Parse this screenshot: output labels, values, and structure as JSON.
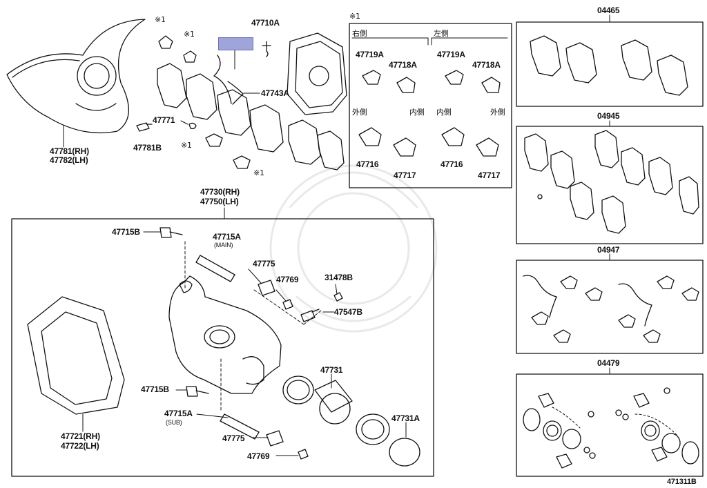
{
  "diagram_id": "471311B",
  "callouts": {
    "p47710A": "47710A",
    "p47743A": "47743A",
    "p47771": "47771",
    "p47781B": "47781B",
    "p47781": "47781(RH)",
    "p47782": "47782(LH)",
    "p47730": "47730(RH)",
    "p47750": "47750(LH)",
    "p47715B_a": "47715B",
    "p47715A_main": "47715A",
    "main_note": "(MAIN)",
    "p47775_a": "47775",
    "p47769_a": "47769",
    "p31478B": "31478B",
    "p47547B": "47547B",
    "p47715B_b": "47715B",
    "p47715A_sub": "47715A",
    "sub_note": "(SUB)",
    "p47775_b": "47775",
    "p47769_b": "47769",
    "p47731": "47731",
    "p47731A": "47731A",
    "p47721": "47721(RH)",
    "p47722": "47722(LH)"
  },
  "ref_mark": "※1",
  "clip_box": {
    "right_side": "右側",
    "left_side": "左側",
    "outer": "外側",
    "inner": "内側",
    "p47719A": "47719A",
    "p47718A": "47718A",
    "p47716": "47716",
    "p47717": "47717"
  },
  "kits": [
    "04465",
    "04945",
    "04947",
    "04479"
  ]
}
